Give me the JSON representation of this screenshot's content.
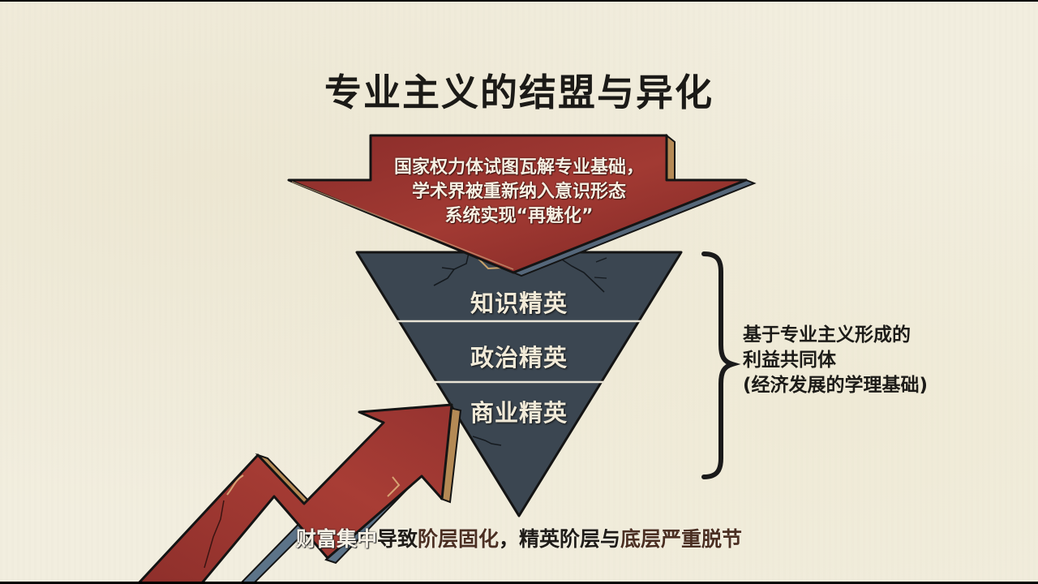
{
  "title": "专业主义的结盟与异化",
  "down_arrow": {
    "lines": [
      "国家权力体试图瓦解专业基础，",
      "学术界被重新纳入意识形态",
      "系统实现“再魅化”"
    ]
  },
  "pyramid": {
    "tiers": [
      {
        "label": "知识精英"
      },
      {
        "label": "政治精英"
      },
      {
        "label": "商业精英"
      }
    ]
  },
  "brace_note": {
    "lines": [
      "基于专业主义形成的",
      "利益共同体",
      "(经济发展的学理基础)"
    ]
  },
  "caption": {
    "parts": [
      {
        "text": "财富集中",
        "style": "highlight-white"
      },
      {
        "text": "导致",
        "style": "normal"
      },
      {
        "text": "阶层固化",
        "style": "emphasis"
      },
      {
        "text": "，精英阶层与",
        "style": "normal"
      },
      {
        "text": "底层严重脱节",
        "style": "emphasis"
      }
    ]
  },
  "colors": {
    "background": "#f2eedf",
    "arrow_red": "#9c3630",
    "pyramid_slate": "#3b4651",
    "text_dark": "#1b1a17",
    "emphasis_brown": "#4b2f22"
  }
}
